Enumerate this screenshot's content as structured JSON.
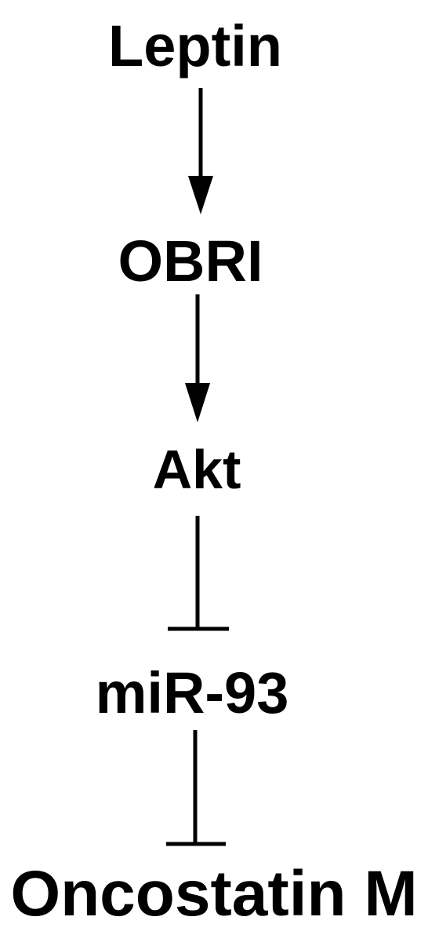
{
  "diagram": {
    "nodes": [
      {
        "id": "leptin",
        "label": "Leptin"
      },
      {
        "id": "obri",
        "label": "OBRI"
      },
      {
        "id": "akt",
        "label": "Akt"
      },
      {
        "id": "mir93",
        "label": "miR-93"
      },
      {
        "id": "osm",
        "label": "Oncostatin M"
      }
    ],
    "edges": [
      {
        "from": "leptin",
        "to": "obri",
        "type": "activation"
      },
      {
        "from": "obri",
        "to": "akt",
        "type": "activation"
      },
      {
        "from": "akt",
        "to": "mir93",
        "type": "inhibition"
      },
      {
        "from": "mir93",
        "to": "osm",
        "type": "inhibition"
      }
    ]
  }
}
